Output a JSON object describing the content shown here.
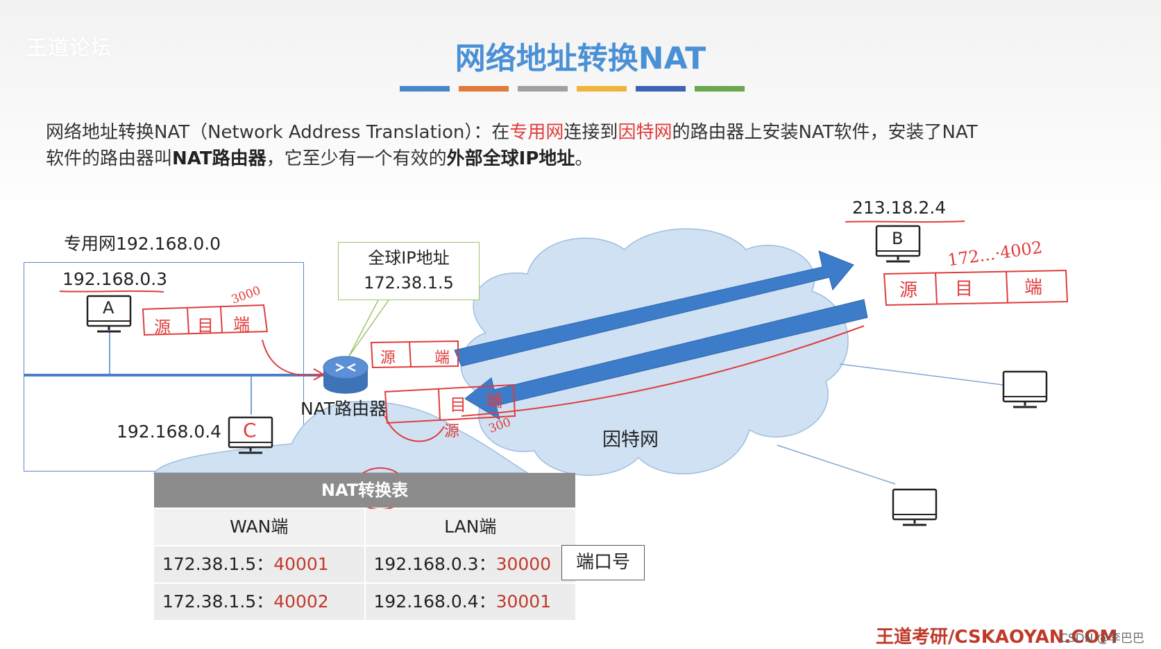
{
  "watermark": "王道论坛",
  "title": "网络地址转换NAT",
  "color_bar_colors": [
    "#4a86c8",
    "#e07b39",
    "#a0a0a0",
    "#f0b43c",
    "#3f63b3",
    "#6aa84f"
  ],
  "description": {
    "part1": "网络地址转换NAT（Network Address Translation）：在",
    "private_net": "专用网",
    "part2": "连接到",
    "internet": "因特网",
    "part3": "的路由器上安装NAT软件，安装了NAT",
    "part4": "软件的路由器叫",
    "nat_router_bold": "NAT路由器",
    "part5": "，它至少有一个有效的",
    "global_ip_bold": "外部全球IP地址",
    "part6": "。"
  },
  "diagram": {
    "private_network_label": "专用网192.168.0.0",
    "host_a_ip": "192.168.0.3",
    "host_a_name": "A",
    "host_c_ip": "192.168.0.4",
    "host_c_name": "C",
    "host_b_ip": "213.18.2.4",
    "host_b_name": "B",
    "callout_line1": "全球IP地址",
    "callout_line2": "172.38.1.5",
    "router_label": "NAT路由器",
    "internet_label": "因特网"
  },
  "nat_table": {
    "title": "NAT转换表",
    "col_wan": "WAN端",
    "col_lan": "LAN端",
    "rows": [
      {
        "wan_ip": "172.38.1.5：",
        "wan_port": "40001",
        "lan_ip": "192.168.0.3：",
        "lan_port": "30000"
      },
      {
        "wan_ip": "172.38.1.5：",
        "wan_port": "40002",
        "lan_ip": "192.168.0.4：",
        "lan_port": "30001"
      }
    ],
    "port_label": "端口号"
  },
  "annotations": {
    "a_src": "源",
    "a_dst": "目",
    "a_port": "端",
    "a_port_num": "3000",
    "router_src": "源",
    "router_port": "端",
    "b_header": "172...·4002",
    "b_src": "源",
    "b_dst": "目",
    "b_port": "端",
    "ret_dst": "目",
    "ret_port": "端",
    "ret_src": "源",
    "ret_port_num": "300"
  },
  "footer": "王道考研/CSKAOYAN.COM",
  "csdn_watermark": "CSDN @李巴巴",
  "colors": {
    "title_blue": "#4a90d6",
    "accent_red": "#e03c3c",
    "arrow_blue": "#3d7cc9",
    "cloud_fill": "#cfe1f3"
  }
}
